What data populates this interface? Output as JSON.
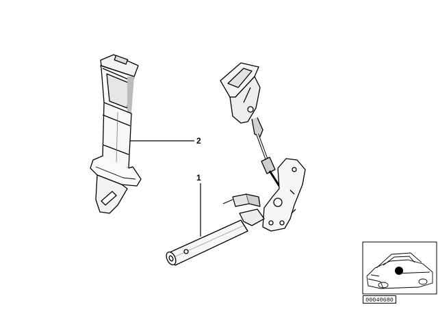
{
  "diagram": {
    "callouts": [
      {
        "id": "callout-1",
        "label": "1"
      },
      {
        "id": "callout-2",
        "label": "2"
      }
    ],
    "reference_code": "00040680"
  }
}
